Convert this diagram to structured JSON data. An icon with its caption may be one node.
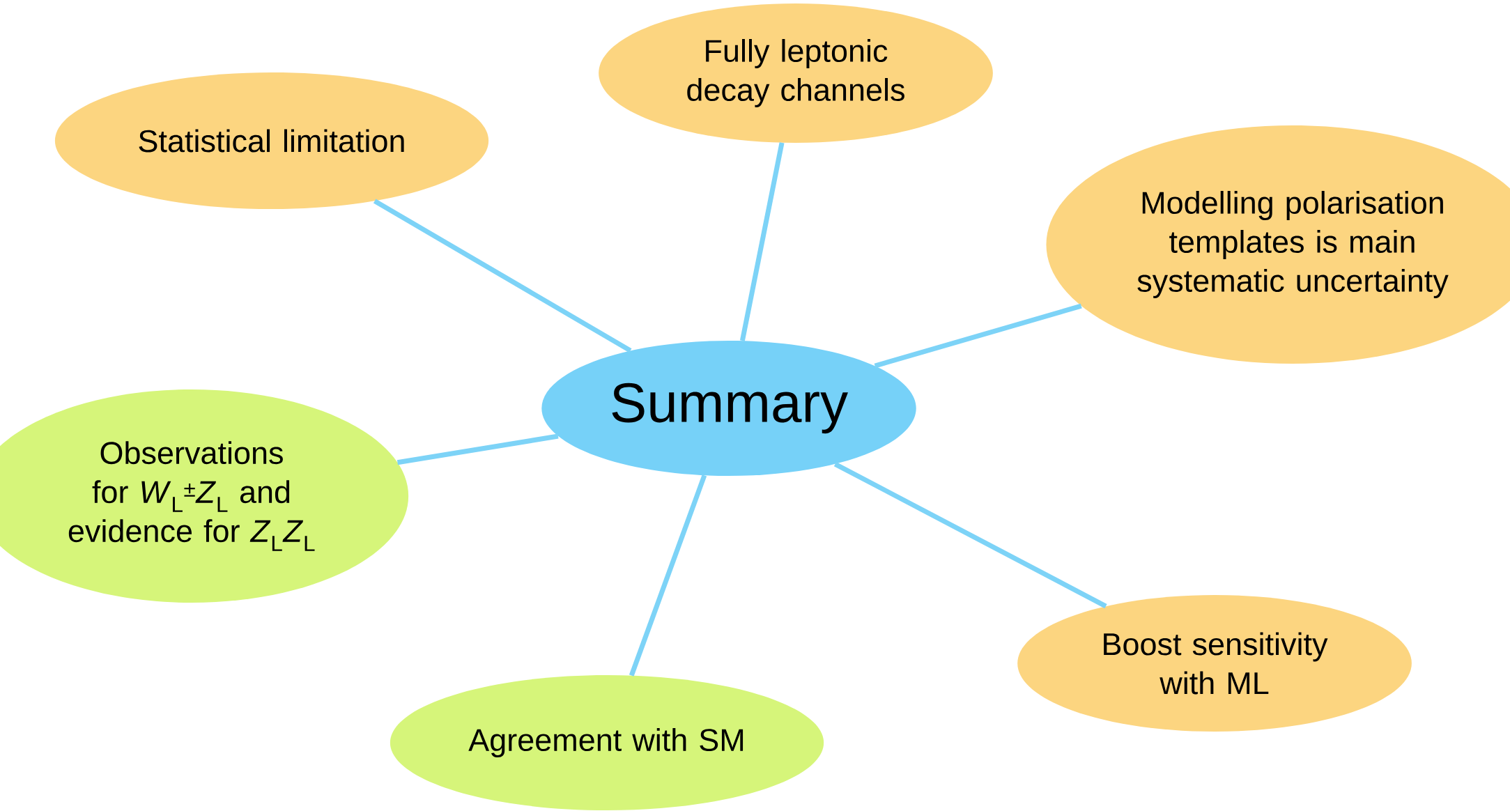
{
  "diagram": {
    "nodes": [
      {
        "text": [
          "Summary"
        ]
      },
      {
        "text": [
          "Fully leptonic decay channels"
        ]
      },
      {
        "text": [
          "Statistical limitation"
        ]
      },
      {
        "text": [
          "Modelling polarisation templates is main systematic uncertainty"
        ]
      },
      {
        "text": [
          "Observations for *W*$_{L}$$^{±}$*Z*$_{L}$ and evidence for *Z*$_{L}$*Z*$_{L}$"
        ]
      },
      {
        "text": [
          "Boost sensitivity with ML"
        ]
      },
      {
        "text": [
          "Agreement with SM"
        ]
      }
    ],
    "edges": [
      {
        "from": 0,
        "to": 1,
        "arrow": "none"
      },
      {
        "from": 0,
        "to": 2,
        "arrow": "none"
      },
      {
        "from": 0,
        "to": 3,
        "arrow": "none"
      },
      {
        "from": 0,
        "to": 4,
        "arrow": "none"
      },
      {
        "from": 0,
        "to": 5,
        "arrow": "none"
      },
      {
        "from": 0,
        "to": 6,
        "arrow": "none"
      }
    ]
  }
}
